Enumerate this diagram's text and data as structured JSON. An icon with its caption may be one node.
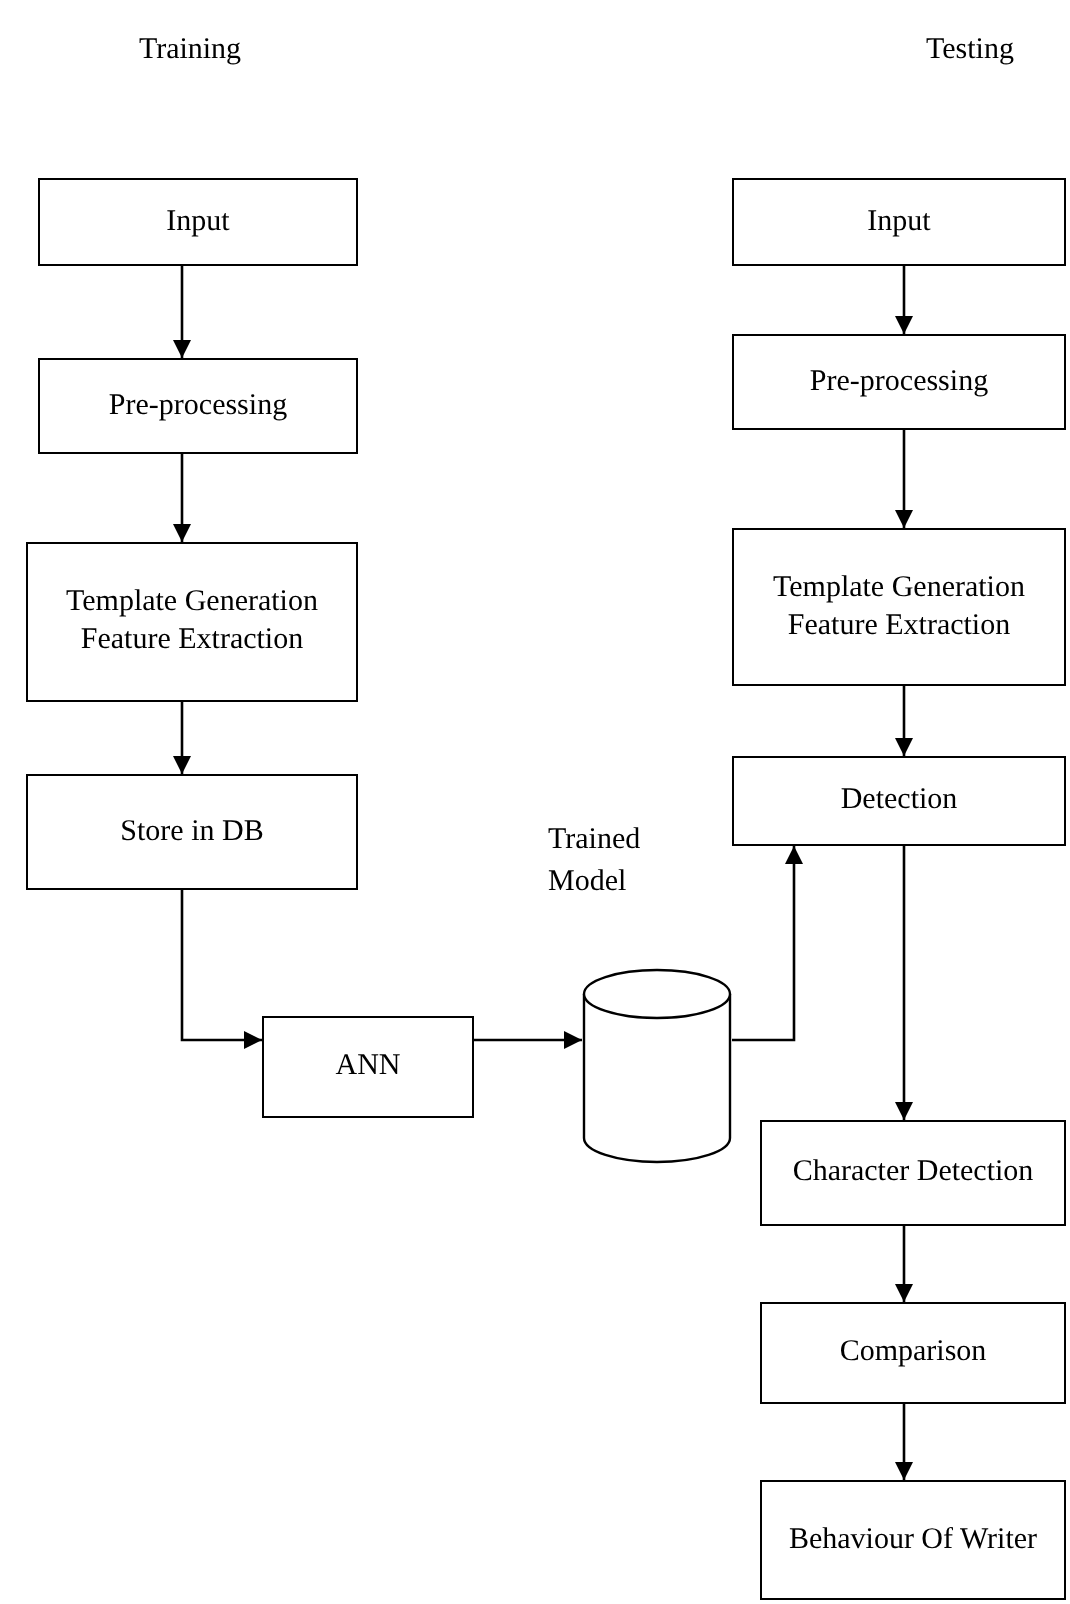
{
  "diagram": {
    "nodes": [
      {
        "text": [
          "Input"
        ]
      },
      {
        "text": [
          "Pre-processing"
        ]
      },
      {
        "text": [
          "Template Generation",
          "Feature Extraction"
        ]
      },
      {
        "text": [
          "Store in DB"
        ]
      },
      {
        "text": [
          "ANN"
        ]
      },
      {
        "text": [],
        "shape": "cylinder",
        "beside": [
          "Trained Model"
        ]
      },
      {
        "text": [
          "Input"
        ]
      },
      {
        "text": [
          "Pre-processing"
        ]
      },
      {
        "text": [
          "Template Generation",
          "Feature Extraction"
        ]
      },
      {
        "text": [
          "Detection"
        ]
      },
      {
        "text": [
          "Character Detection"
        ]
      },
      {
        "text": [
          "Comparison"
        ]
      },
      {
        "text": [
          "Behaviour Of Writer"
        ]
      }
    ],
    "edges": [
      {
        "from": 0,
        "to": 1,
        "arrow": "to"
      },
      {
        "from": 1,
        "to": 2,
        "arrow": "to"
      },
      {
        "from": 2,
        "to": 3,
        "arrow": "to"
      },
      {
        "from": 3,
        "to": 4,
        "arrow": "to"
      },
      {
        "from": 4,
        "to": 5,
        "arrow": "to"
      },
      {
        "from": 5,
        "to": 9,
        "arrow": "to"
      },
      {
        "from": 6,
        "to": 7,
        "arrow": "to"
      },
      {
        "from": 7,
        "to": 8,
        "arrow": "to"
      },
      {
        "from": 8,
        "to": 9,
        "arrow": "to"
      },
      {
        "from": 9,
        "to": 10,
        "arrow": "to"
      },
      {
        "from": 10,
        "to": 11,
        "arrow": "to"
      },
      {
        "from": 11,
        "to": 12,
        "arrow": "to"
      }
    ],
    "labels": [
      "Training",
      "Testing"
    ]
  }
}
